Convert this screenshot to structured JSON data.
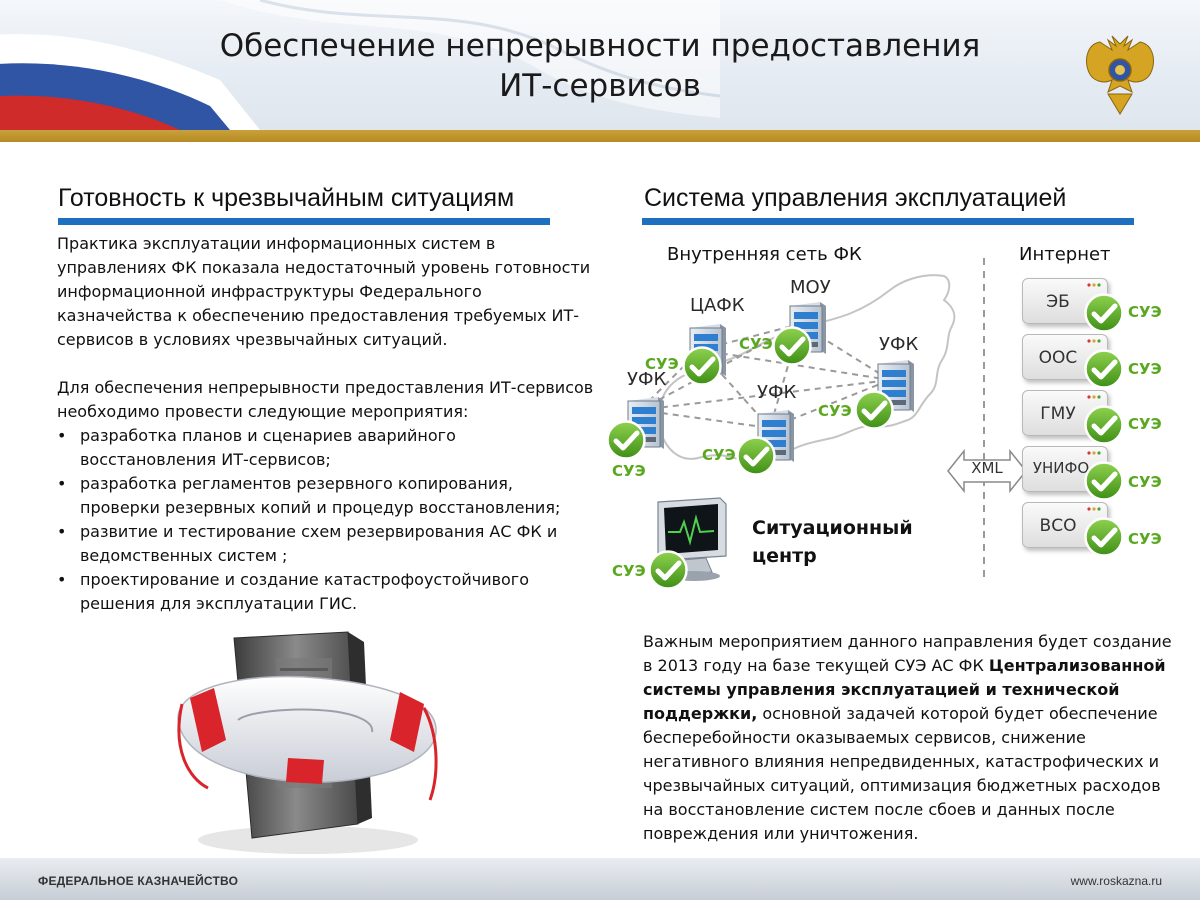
{
  "header": {
    "title_line1": "Обеспечение непрерывности предоставления",
    "title_line2": "ИТ-сервисов"
  },
  "left": {
    "heading": "Готовность к чрезвычайным ситуациям",
    "paragraph1": "Практика эксплуатации информационных систем в управлениях ФК показала недостаточный уровень готовности информационной инфраструктуры Федерального казначейства к обеспечению предоставления требуемых ИТ-сервисов в условиях чрезвычайных ситуаций.",
    "paragraph2": "Для обеспечения непрерывности предоставления ИТ-сервисов необходимо провести следующие мероприятия:",
    "bullets": [
      "разработка планов и сценариев аварийного восстановления ИТ-сервисов;",
      "разработка регламентов резервного копирования, проверки резервных копий и процедур восстановления;",
      "развитие и тестирование схем резервирования АС ФК и ведомственных систем ;",
      "проектирование и создание катастрофоустойчивого решения для эксплуатации ГИС."
    ]
  },
  "right": {
    "heading": "Система управления эксплуатацией",
    "network_label": "Внутренняя сеть ФК",
    "internet_label": "Интернет",
    "nodes": [
      "ЦАФК",
      "МОУ",
      "УФК",
      "УФК",
      "УФК"
    ],
    "sue": "СУЭ",
    "internet_systems": [
      "ЭБ",
      "ООС",
      "ГМУ",
      "УНИФО",
      "ВСО"
    ],
    "xml": "XML",
    "situation_center_line1": "Ситуационный",
    "situation_center_line2": "центр",
    "text_part1": "Важным мероприятием данного направления будет создание в 2013 году на базе текущей СУЭ АС ФК ",
    "text_bold": "Централизованной системы управления эксплуатацией и технической поддержки,",
    "text_part2": " основной задачей которой будет обеспечение бесперебойности оказываемых сервисов, снижение негативного влияния непредвиденных, катастрофических и чрезвычайных ситуаций, оптимизация  бюджетных расходов на восстановление систем после сбоев и данных после повреждения или уничтожения."
  },
  "footer": {
    "left": "ФЕДЕРАЛЬНОЕ КАЗНАЧЕЙСТВО",
    "right": "www.roskazna.ru"
  },
  "colors": {
    "accent_blue": "#1f6fc1",
    "gold": "#c9a13a",
    "check_green": "#5aa820"
  }
}
